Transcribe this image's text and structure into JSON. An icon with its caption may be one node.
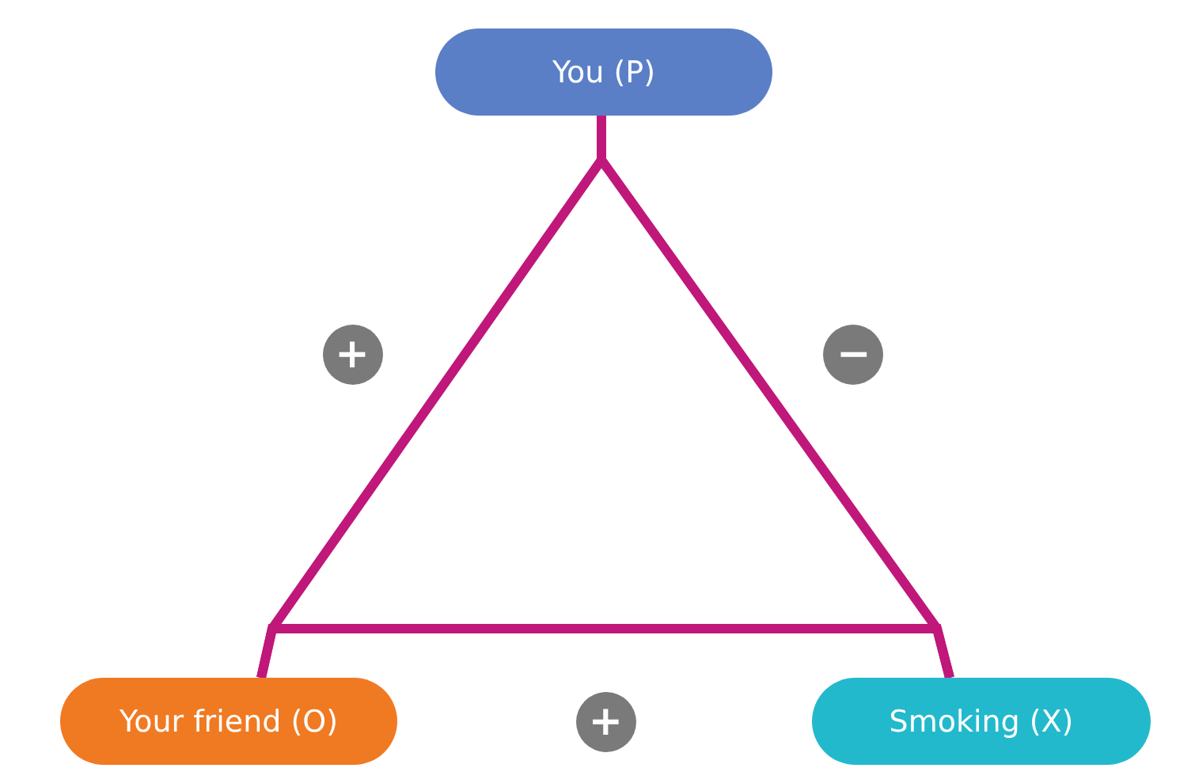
{
  "diagram": {
    "nodes": [
      {
        "text": [
          "You (P)"
        ]
      },
      {
        "text": [
          "Your friend (O)"
        ]
      },
      {
        "text": [
          "Smoking (X)"
        ]
      }
    ],
    "edges": [
      {
        "from": 0,
        "to": 1,
        "arrow": "none",
        "label": "+"
      },
      {
        "from": 0,
        "to": 2,
        "arrow": "none",
        "label": "−"
      },
      {
        "from": 1,
        "to": 2,
        "arrow": "none",
        "label": "+"
      }
    ]
  }
}
